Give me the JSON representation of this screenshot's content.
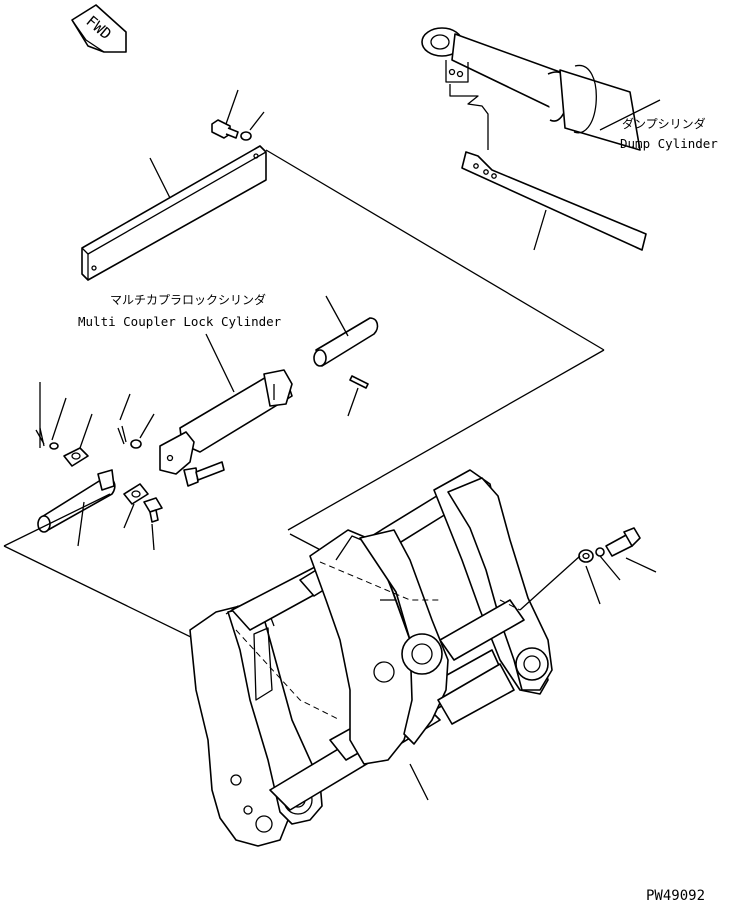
{
  "fwd_label": "FWD",
  "dump_cylinder": {
    "jp": "ダンプシリンダ",
    "en": "Dump Cylinder"
  },
  "lock_cylinder": {
    "jp": "マルチカプラロックシリンダ",
    "en": "Multi Coupler Lock Cylinder"
  },
  "drawing_code": "PW49092"
}
